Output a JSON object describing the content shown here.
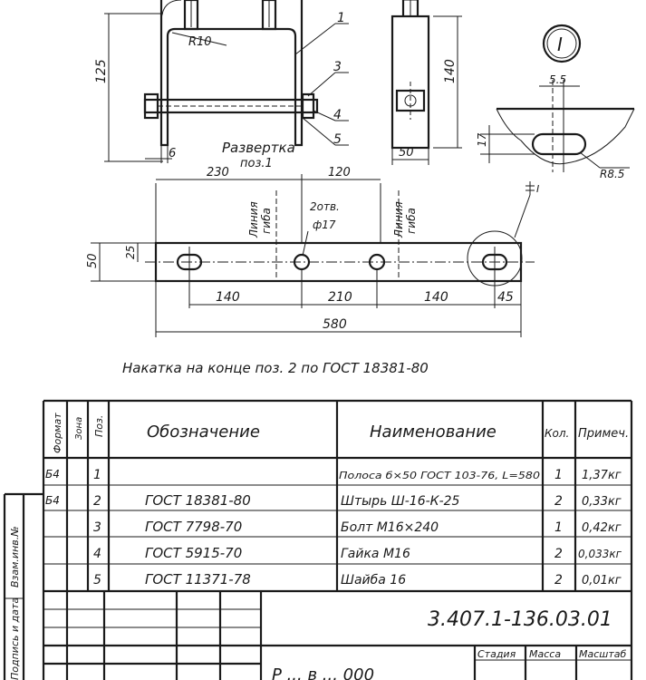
{
  "drawing": {
    "views": {
      "front": {
        "radius_label": "R10",
        "height_dim": "125",
        "leader_1": "1",
        "leader_3": "3",
        "leader_4": "4",
        "leader_5": "5",
        "thickness_dim": "6"
      },
      "side": {
        "height_dim": "140",
        "width_dim": "50"
      },
      "detail_I": {
        "marker": "I",
        "slot_width_dim": "5.5",
        "depth_dim": "17",
        "radius_label": "R8.5"
      },
      "development": {
        "caption_line1": "Развертка",
        "caption_line2": "поз.1",
        "top_dim_left": "230",
        "top_dim_right": "120",
        "bend_line_left_1": "Линия",
        "bend_line_left_2": "гиба",
        "hole_note_1": "2отв.",
        "hole_note_2": "ф17",
        "bend_line_right_1": "Линия",
        "bend_line_right_2": "гиба",
        "detail_callout": "I",
        "height_dim": "50",
        "slot_dim": "25",
        "bottom_dims": [
          "140",
          "210",
          "140",
          "45"
        ],
        "overall_length": "580"
      }
    },
    "note": "Накатка на конце поз. 2 по ГОСТ 18381-80"
  },
  "spec_table": {
    "headers": {
      "format": "Формат",
      "zone": "Зона",
      "pos": "Поз.",
      "designation": "Обозначение",
      "name": "Наименование",
      "qty": "Кол.",
      "note": "Примеч."
    },
    "rows": [
      {
        "format": "Б4",
        "pos": "1",
        "designation": "",
        "name": "Полоса б×50 ГОСТ 103-76, L=580",
        "qty": "1",
        "note": "1,37кг"
      },
      {
        "format": "Б4",
        "pos": "2",
        "designation": "ГОСТ 18381-80",
        "name": "Штырь Ш-16-К-25",
        "qty": "2",
        "note": "0,33кг"
      },
      {
        "format": "",
        "pos": "3",
        "designation": "ГОСТ 7798-70",
        "name": "Болт М16×240",
        "qty": "1",
        "note": "0,42кг"
      },
      {
        "format": "",
        "pos": "4",
        "designation": "ГОСТ 5915-70",
        "name": "Гайка М16",
        "qty": "2",
        "note": "0,033кг"
      },
      {
        "format": "",
        "pos": "5",
        "designation": "ГОСТ 11371-78",
        "name": "Шайба 16",
        "qty": "2",
        "note": "0,01кг"
      }
    ]
  },
  "title_block": {
    "document_code": "3.407.1-136.03.01",
    "stage": "Стадия",
    "mass": "Масса",
    "scale": "Масштаб",
    "bottom_text": "Р ... в ... 000"
  },
  "side_margin": {
    "interchange": "Взам.инв.№",
    "signature_date": "Подпись и дата"
  }
}
